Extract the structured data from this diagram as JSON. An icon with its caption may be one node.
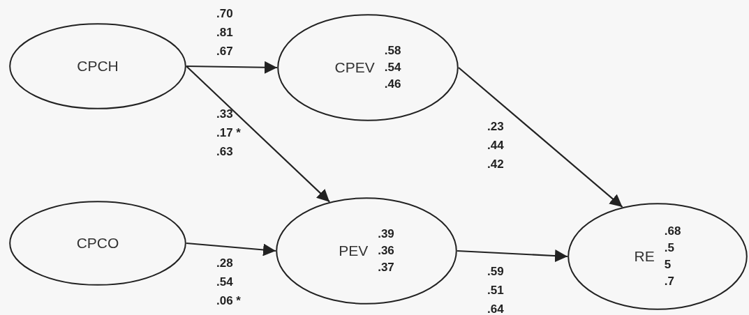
{
  "diagram": {
    "nodes": [
      {
        "text": [
          "CPCH"
        ]
      },
      {
        "text": [
          "CPEV",
          ".58",
          ".54",
          ".46"
        ]
      },
      {
        "text": [
          "CPCO"
        ]
      },
      {
        "text": [
          "PEV",
          ".39",
          ".36",
          ".37"
        ]
      },
      {
        "text": [
          "RE",
          ".68",
          ".5",
          "5",
          ".7"
        ]
      }
    ],
    "edges": [
      {
        "from": 0,
        "to": 1,
        "arrow": "to",
        "label": ".70 .81 .67"
      },
      {
        "from": 0,
        "to": 3,
        "arrow": "to",
        "label": ".33 .17 * .63"
      },
      {
        "from": 2,
        "to": 3,
        "arrow": "to",
        "label": ".28 .54 .06 *"
      },
      {
        "from": 1,
        "to": 4,
        "arrow": "to",
        "label": ".23 .44 .42"
      },
      {
        "from": 3,
        "to": 4,
        "arrow": "to",
        "label": ".59 .51 .64"
      }
    ]
  }
}
